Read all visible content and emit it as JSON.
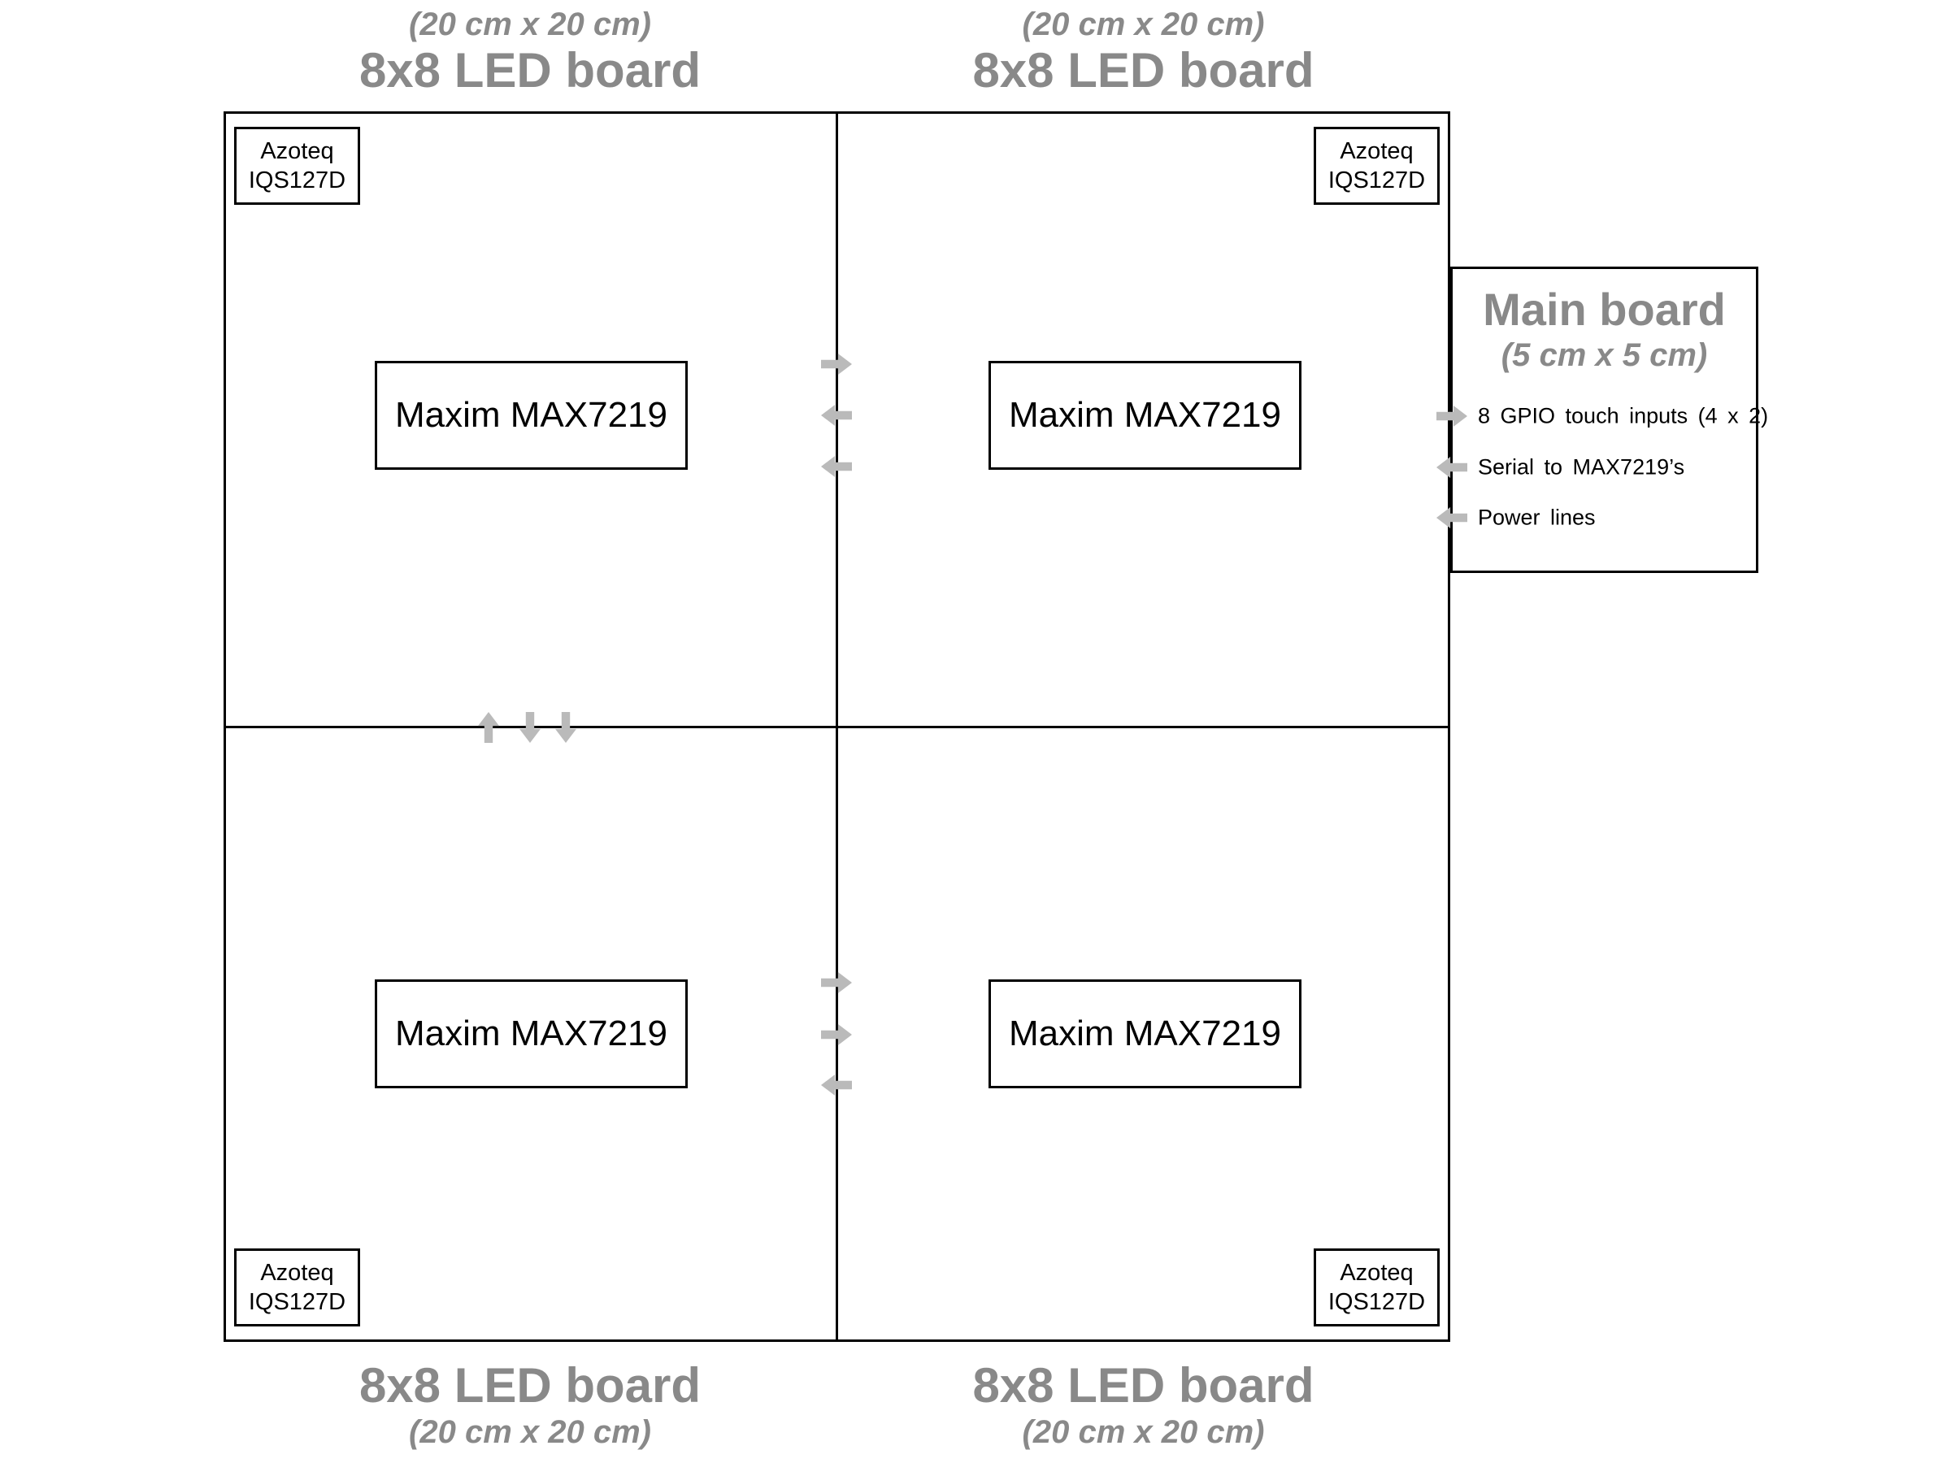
{
  "colors": {
    "title_gray": "#898989",
    "arrow_gray": "#bababa",
    "line": "#000000",
    "background": "#ffffff",
    "text": "#000000"
  },
  "diagram": {
    "panels": [
      {
        "id": "top-left",
        "title": "8x8 LED board",
        "dimensions": "(20 cm x 20 cm)",
        "controller_label": "Maxim MAX7219",
        "touch_sensor": {
          "line1": "Azoteq",
          "line2": "IQS127D"
        }
      },
      {
        "id": "top-right",
        "title": "8x8 LED board",
        "dimensions": "(20 cm x 20 cm)",
        "controller_label": "Maxim MAX7219",
        "touch_sensor": {
          "line1": "Azoteq",
          "line2": "IQS127D"
        }
      },
      {
        "id": "bottom-left",
        "title": "8x8 LED board",
        "dimensions": "(20 cm x 20 cm)",
        "controller_label": "Maxim MAX7219",
        "touch_sensor": {
          "line1": "Azoteq",
          "line2": "IQS127D"
        }
      },
      {
        "id": "bottom-right",
        "title": "8x8 LED board",
        "dimensions": "(20 cm x 20 cm)",
        "controller_label": "Maxim MAX7219",
        "touch_sensor": {
          "line1": "Azoteq",
          "line2": "IQS127D"
        }
      }
    ],
    "main_board": {
      "title": "Main board",
      "dimensions": "(5 cm x 5 cm)",
      "connections": [
        {
          "label": "8 GPIO touch inputs (4 x 2)",
          "direction": "right"
        },
        {
          "label": "Serial to MAX7219’s",
          "direction": "left"
        },
        {
          "label": "Power lines",
          "direction": "left"
        }
      ]
    },
    "arrow_groups": {
      "top_vertical_divider": [
        "right",
        "left",
        "left"
      ],
      "bottom_vertical_divider": [
        "right",
        "right",
        "left"
      ],
      "left_horizontal_divider": [
        "up",
        "down",
        "down"
      ]
    }
  }
}
